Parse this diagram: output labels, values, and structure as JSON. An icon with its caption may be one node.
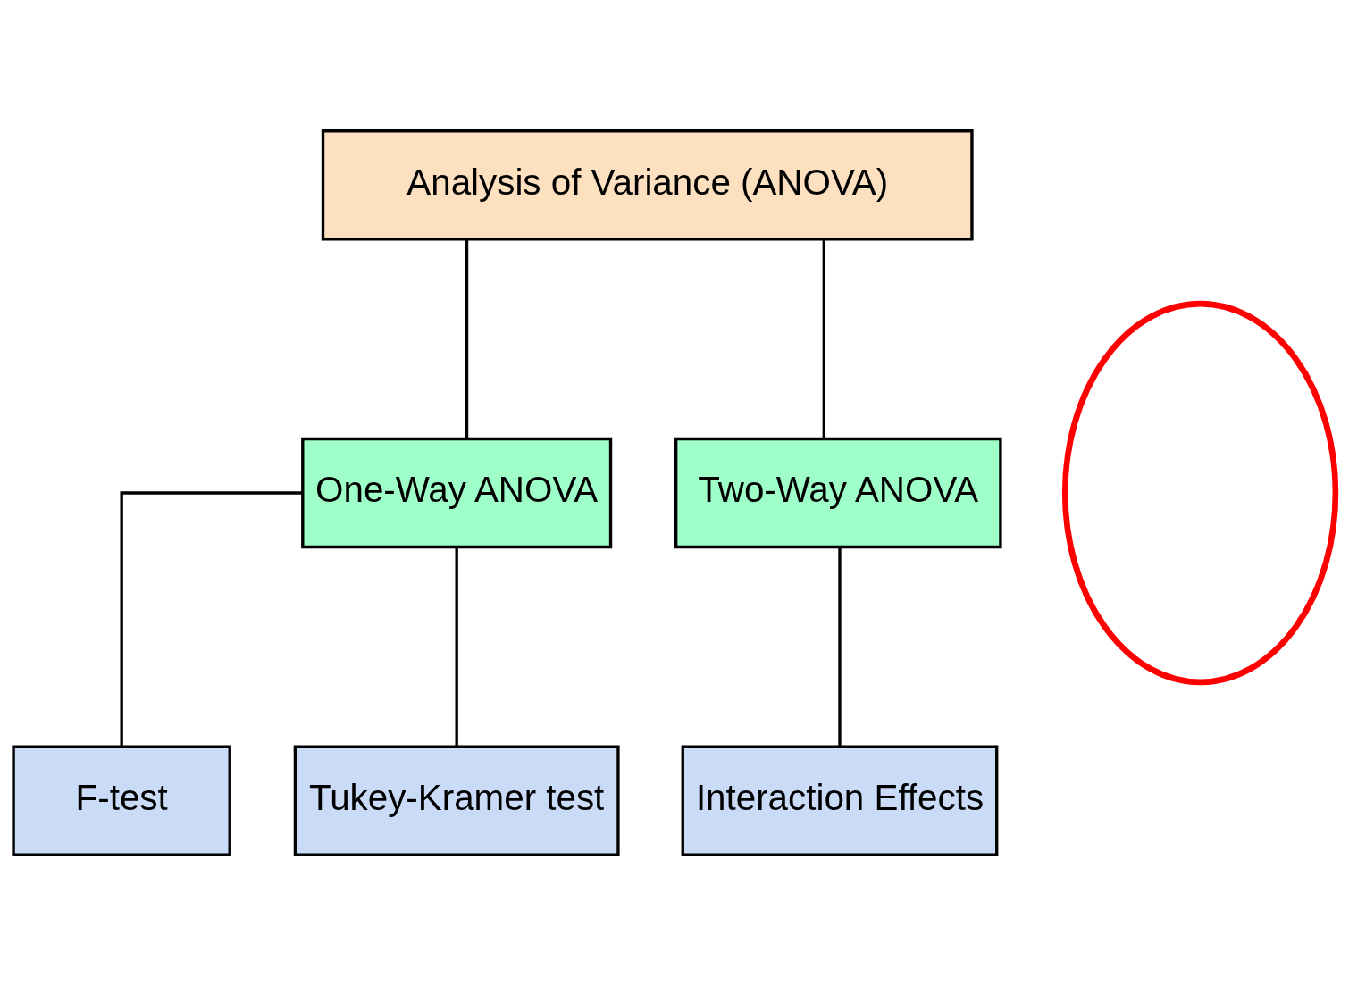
{
  "diagram": {
    "nodes": [
      {
        "text": [
          "Analysis of Variance (ANOVA)"
        ]
      },
      {
        "text": [
          "One-Way ANOVA"
        ]
      },
      {
        "text": [
          "Two-Way ANOVA"
        ]
      },
      {
        "text": [
          "F-test"
        ]
      },
      {
        "text": [
          "Tukey-Kramer test"
        ]
      },
      {
        "text": [
          "Interaction Effects"
        ]
      },
      {
        "text": [],
        "shape": "ellipse"
      }
    ],
    "edges": [
      {
        "from": 0,
        "to": 1,
        "arrow": "none"
      },
      {
        "from": 0,
        "to": 2,
        "arrow": "none"
      },
      {
        "from": 1,
        "to": 3,
        "arrow": "none"
      },
      {
        "from": 1,
        "to": 4,
        "arrow": "none"
      },
      {
        "from": 2,
        "to": 5,
        "arrow": "none"
      }
    ]
  }
}
